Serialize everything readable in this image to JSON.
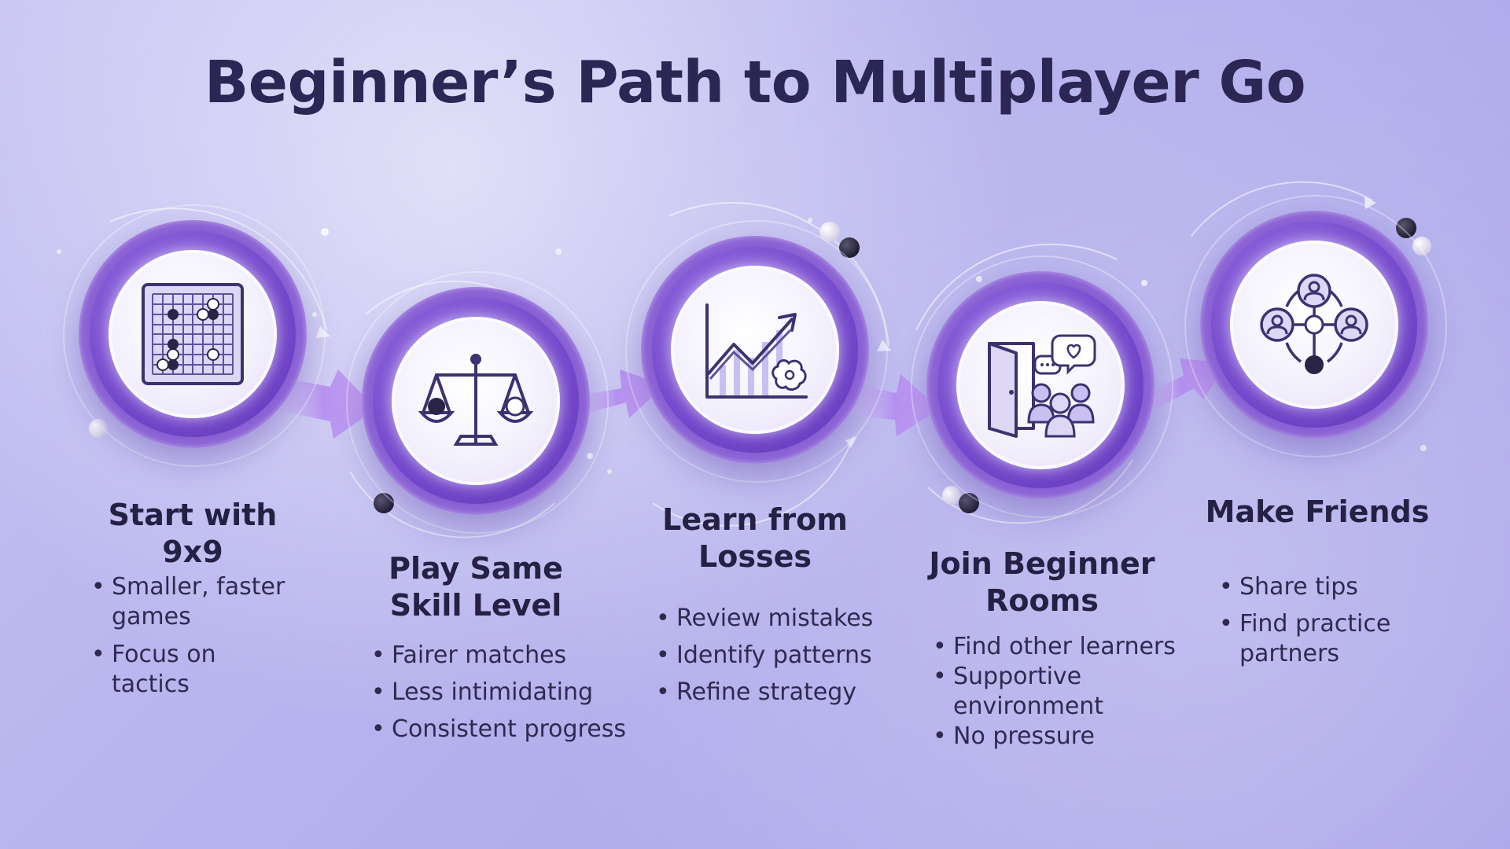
{
  "title": "Beginner’s Path to Multiplayer Go",
  "colors": {
    "ring": "#7246c9",
    "arrow": "#b08ae8",
    "text": "#2b2653"
  },
  "steps": [
    {
      "icon": "go-board-icon",
      "title": "Start with 9x9",
      "bullets": [
        "Smaller, faster games",
        "Focus on tactics"
      ]
    },
    {
      "icon": "balance-scale-icon",
      "title": "Play Same Skill Level",
      "bullets": [
        "Fairer matches",
        "Less intimidating",
        "Consistent progress"
      ]
    },
    {
      "icon": "progress-chart-brain-icon",
      "title": "Learn from Losses",
      "bullets": [
        "Review mistakes",
        "Identify patterns",
        "Refine strategy"
      ]
    },
    {
      "icon": "door-community-icon",
      "title": "Join Beginner Rooms",
      "bullets": [
        "Find other learners",
        "Supportive environment",
        "No pressure"
      ]
    },
    {
      "icon": "network-people-icon",
      "title": "Make Friends",
      "bullets": [
        "Share tips",
        "Find practice partners"
      ]
    }
  ]
}
